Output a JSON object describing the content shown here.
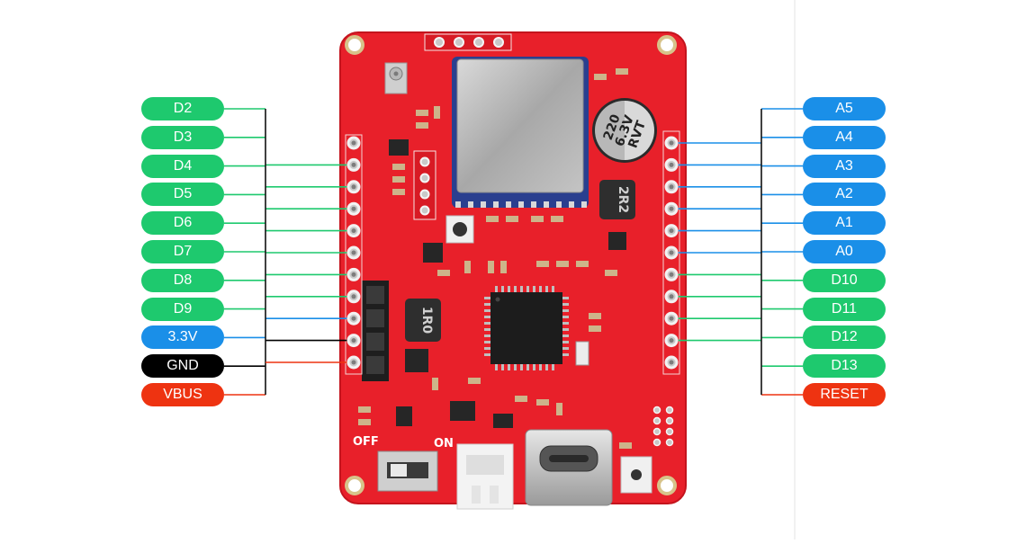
{
  "colors": {
    "digital": "#1ec96e",
    "analog": "#1a8fe8",
    "power": "#1a8fe8",
    "ground": "#000000",
    "vbus": "#ee3311",
    "reset": "#ee3311",
    "pcb": "#e8202a"
  },
  "left_pins": [
    {
      "label": "D2",
      "kind": "digital"
    },
    {
      "label": "D3",
      "kind": "digital"
    },
    {
      "label": "D4",
      "kind": "digital"
    },
    {
      "label": "D5",
      "kind": "digital"
    },
    {
      "label": "D6",
      "kind": "digital"
    },
    {
      "label": "D7",
      "kind": "digital"
    },
    {
      "label": "D8",
      "kind": "digital"
    },
    {
      "label": "D9",
      "kind": "digital"
    },
    {
      "label": "3.3V",
      "kind": "power"
    },
    {
      "label": "GND",
      "kind": "ground"
    },
    {
      "label": "VBUS",
      "kind": "vbus"
    }
  ],
  "right_pins": [
    {
      "label": "A5",
      "kind": "analog"
    },
    {
      "label": "A4",
      "kind": "analog"
    },
    {
      "label": "A3",
      "kind": "analog"
    },
    {
      "label": "A2",
      "kind": "analog"
    },
    {
      "label": "A1",
      "kind": "analog"
    },
    {
      "label": "A0",
      "kind": "analog"
    },
    {
      "label": "D10",
      "kind": "digital"
    },
    {
      "label": "D11",
      "kind": "digital"
    },
    {
      "label": "D12",
      "kind": "digital"
    },
    {
      "label": "D13",
      "kind": "digital"
    },
    {
      "label": "RESET",
      "kind": "reset"
    }
  ],
  "board": {
    "capacitor_text": [
      "220",
      "6.3V",
      "RVT"
    ],
    "inductor_main": "2R2",
    "inductor_secondary": "1R0",
    "switch_off": "OFF",
    "switch_on": "ON"
  }
}
